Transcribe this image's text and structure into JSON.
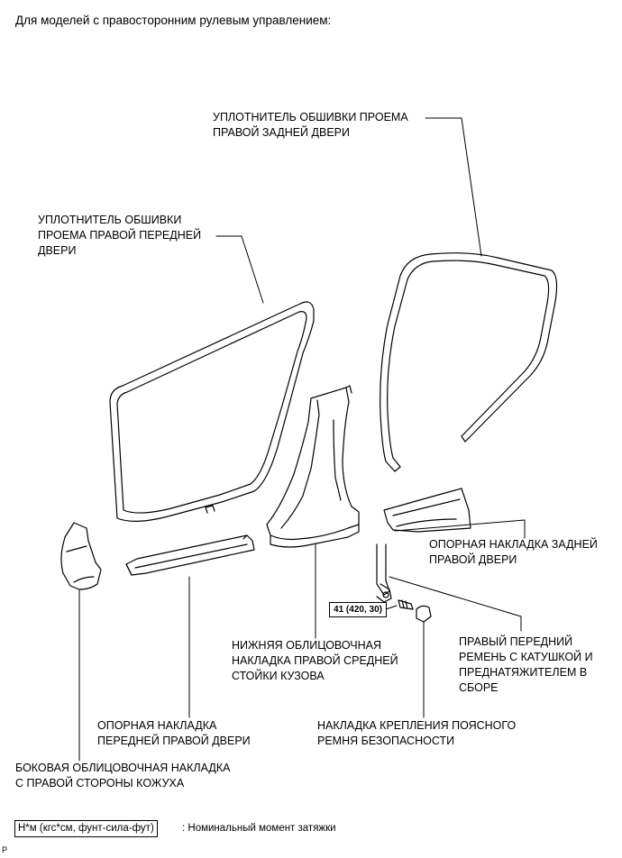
{
  "header": "Для моделей с правосторонним рулевым управлением:",
  "parts": {
    "rear_door_weatherstrip": "УПЛОТНИТЕЛЬ ОБШИВКИ ПРОЕМА\nПРАВОЙ ЗАДНЕЙ ДВЕРИ",
    "front_door_weatherstrip": "УПЛОТНИТЕЛЬ ОБШИВКИ\nПРОЕМА ПРАВОЙ ПЕРЕДНЕЙ\nДВЕРИ",
    "rear_door_scuff_plate": "ОПОРНАЯ НАКЛАДКА ЗАДНЕЙ\nПРАВОЙ ДВЕРИ",
    "seat_belt_assembly": "ПРАВЫЙ ПЕРЕДНИЙ\nРЕМЕНЬ С КАТУШКОЙ И\nПРЕДНАТЯЖИТЕЛЕМ В\nСБОРЕ",
    "center_pillar_garnish": "НИЖНЯЯ ОБЛИЦОВОЧНАЯ\nНАКЛАДКА ПРАВОЙ СРЕДНЕЙ\nСТОЙКИ КУЗОВА",
    "front_door_scuff_plate": "ОПОРНАЯ НАКЛАДКА\nПЕРЕДНЕЙ ПРАВОЙ ДВЕРИ",
    "anchor_cover": "НАКЛАДКА КРЕПЛЕНИЯ ПОЯСНОГО\nРЕМНЯ БЕЗОПАСНОСТИ",
    "cowl_side_trim": "БОКОВАЯ ОБЛИЦОВОЧНАЯ НАКЛАДКА\nС ПРАВОЙ СТОРОНЫ КОЖУХА"
  },
  "torque": "41 (420, 30)",
  "legend": {
    "units": "Н*м (кгс*см, фунт-сила-фут)",
    "description": ": Номинальный момент затяжки"
  },
  "page_mark": "P"
}
